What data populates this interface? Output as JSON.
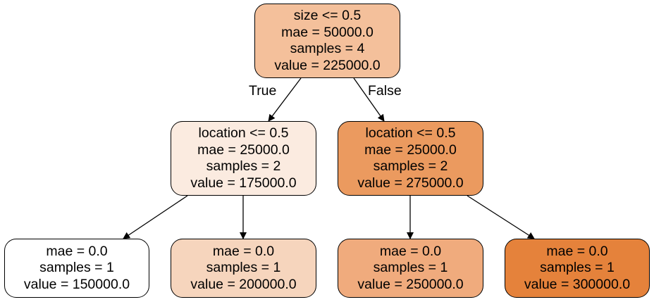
{
  "tree": {
    "nodes": [
      {
        "id": "root",
        "lines": [
          "size <= 0.5",
          "mae = 50000.0",
          "samples = 4",
          "value = 225000.0"
        ],
        "fill": "#f4c09b"
      },
      {
        "id": "left",
        "lines": [
          "location <= 0.5",
          "mae = 25000.0",
          "samples = 2",
          "value = 175000.0"
        ],
        "fill": "#fbebe0"
      },
      {
        "id": "right",
        "lines": [
          "location <= 0.5",
          "mae = 25000.0",
          "samples = 2",
          "value = 275000.0"
        ],
        "fill": "#eb9a5f"
      },
      {
        "id": "left-left",
        "lines": [
          "mae = 0.0",
          "samples = 1",
          "value = 150000.0"
        ],
        "fill": "#ffffff"
      },
      {
        "id": "left-right",
        "lines": [
          "mae = 0.0",
          "samples = 1",
          "value = 200000.0"
        ],
        "fill": "#f6d5bd"
      },
      {
        "id": "right-left",
        "lines": [
          "mae = 0.0",
          "samples = 1",
          "value = 250000.0"
        ],
        "fill": "#f0ab7d"
      },
      {
        "id": "right-right",
        "lines": [
          "mae = 0.0",
          "samples = 1",
          "value = 300000.0"
        ],
        "fill": "#e5823b"
      }
    ],
    "edge_labels": {
      "true": "True",
      "false": "False"
    }
  }
}
